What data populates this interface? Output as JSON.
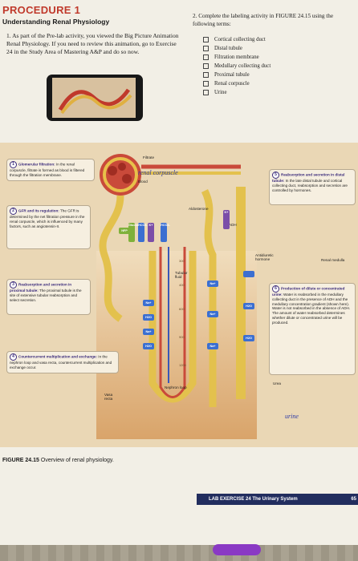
{
  "procedure": {
    "title": "PROCEDURE 1",
    "subtitle": "Understanding Renal Physiology",
    "step1": "1.  As part of the Pre-lab activity, you viewed the Big Picture Animation Renal Physiology. If you need to review this animation, go to Exercise 24 in the Study Area of Mastering A&P and do so now.",
    "step2": "2.  Complete the labeling activity in FIGURE 24.15 using the following terms:",
    "terms": [
      "Cortical collecting duct",
      "Distal tubule",
      "Filtration membrane",
      "Medullary collecting duct",
      "Proximal tubule",
      "Renal corpuscle",
      "Urine"
    ]
  },
  "figure": {
    "callouts": {
      "c1": {
        "num": "1",
        "title": "Glomerular filtration:",
        "text": "In the renal corpuscle, filtrate is formed as blood is filtered through the filtration membrane."
      },
      "c2": {
        "num": "2",
        "title": "GFR and its regulation:",
        "text": "The GFR is determined by the net filtration pressure in the renal corpuscle, which is influenced by many factors, such as angiotensin-II."
      },
      "c3": {
        "num": "3",
        "title": "Reabsorption and secretion in proximal tubule:",
        "text": "The proximal tubule is the site of extensive tubular reabsorption and select secretion."
      },
      "c4": {
        "num": "4",
        "title": "Countercurrent multiplication and exchange:",
        "text": "In the nephron loop and vasa recta, countercurrent multiplication and exchange occur."
      },
      "c5": {
        "num": "5",
        "title": "Reabsorption and secretion in distal tubule:",
        "text": "In the late distal tubule and cortical collecting duct, reabsorption and secretion are controlled by hormones."
      },
      "c6": {
        "num": "6",
        "title": "Production of dilute or concentrated urine:",
        "text": "Water is reabsorbed in the medullary collecting duct in the presence of ADH and the medullary concentration gradient (shown here). Water is not reabsorbed in the absence of ADH. The amount of water reabsorbed determines whether dilute or concentrated urine will be produced."
      }
    },
    "labels": {
      "filtrate": "Filtrate",
      "blood": "Blood",
      "aldosterone": "Aldosterone",
      "adh": "ADH",
      "antidiuretic": "Antidiuretic hormone",
      "renal_medulla": "Renal medulla",
      "urea": "Urea",
      "vasa_recta": "Vasa recta",
      "tubular_fluid": "Tubular fluid",
      "nephron_loop": "Nephron loop",
      "ion_na": "Na+",
      "ion_h2o": "H2O",
      "ion_hco3": "HCO3-",
      "ion_k": "K+",
      "ion_h": "H+",
      "ion_nfp": "NFP",
      "ion_glucose": "Glucose"
    },
    "osmolarity": [
      "300",
      "400",
      "600",
      "900",
      "1200"
    ],
    "handwriting": {
      "renal_corpuscle": "renal corpuscle",
      "urine": "urine"
    },
    "caption_label": "FIGURE 24.15",
    "caption_text": "Overview of renal physiology."
  },
  "footer": {
    "label": "LAB EXERCISE 24  The Urinary System",
    "page": "65"
  }
}
